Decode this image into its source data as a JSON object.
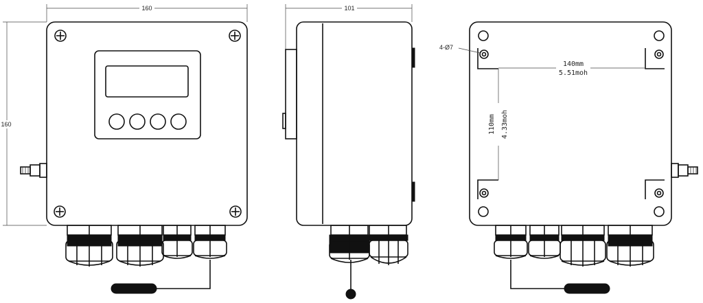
{
  "front_view": {
    "width_label": "160",
    "height_label": "160",
    "buttons": [
      "button-1",
      "button-2",
      "button-3",
      "button-4"
    ]
  },
  "side_view": {
    "depth_label": "101"
  },
  "back_view": {
    "hole_label": "4-Ø7",
    "horizontal_spacing_mm": "140mm",
    "horizontal_spacing_inch": "5.51moh",
    "vertical_spacing_mm": "110mm",
    "vertical_spacing_inch": "4.33moh"
  },
  "colors": {
    "line": "#111111",
    "background": "#ffffff",
    "gland": "#1a1a1a"
  }
}
